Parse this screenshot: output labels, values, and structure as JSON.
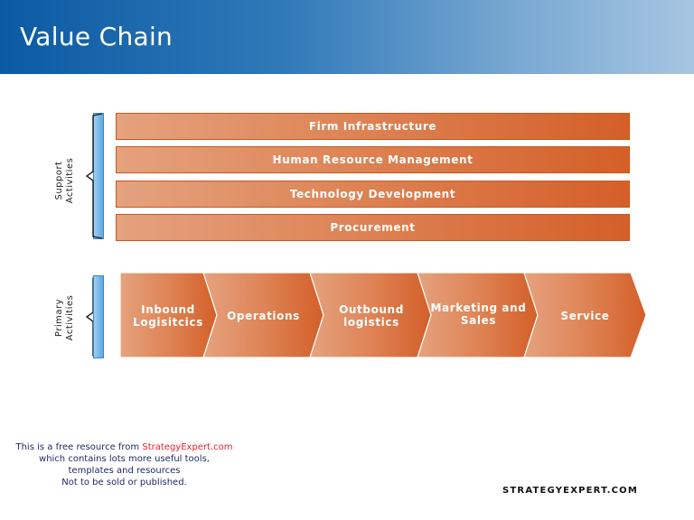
{
  "title": "Value Chain",
  "support": {
    "label_line1": "Support",
    "label_line2": "Activities",
    "activities": [
      "Firm Infrastructure",
      "Human Resource Management",
      "Technology Development",
      "Procurement"
    ]
  },
  "primary": {
    "label_line1": "Primary",
    "label_line2": "Activities",
    "activities": [
      {
        "line1": "Inbound",
        "line2": "Logisitcics"
      },
      {
        "line1": "Operations",
        "line2": ""
      },
      {
        "line1": "Outbound logistics",
        "line2": ""
      },
      {
        "line1": "Marketing and",
        "line2": "Sales"
      },
      {
        "line1": "Service",
        "line2": ""
      }
    ]
  },
  "footer": {
    "line1_prefix": "This is a free resource from ",
    "line1_link": "StrategyExpert.com",
    "line2": "which contains lots more useful tools,",
    "line3": "templates and resources",
    "line4": "Not to be sold or published."
  },
  "brand": "STRATEGYEXPERT.COM",
  "colors": {
    "header_start": "#0b5aa3",
    "header_end": "#a7c6e2",
    "bar_light": "#e5a27e",
    "bar_dark": "#d45f28",
    "side_accent": "#5aa8e2",
    "link": "#e8212a"
  }
}
